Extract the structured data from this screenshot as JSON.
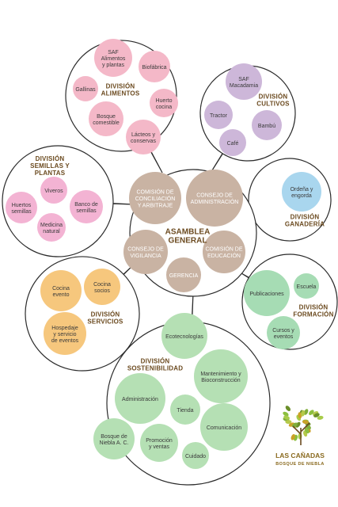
{
  "colors": {
    "outline": "#2b2b2b",
    "core": "#c9b3a3",
    "alimentos": "#f4b8c8",
    "cultivos": "#cdb7d9",
    "ganaderia": "#a9d6ee",
    "semillas": "#f3b3d3",
    "servicios": "#f6c77d",
    "formacion": "#a6dcb4",
    "sostenibilidad": "#b5e0b4",
    "title_brown": "#6b4a1f"
  },
  "core": {
    "title": [
      "ASAMBLEA",
      "GENERAL"
    ],
    "nodes": [
      [
        "COMISIÓN DE",
        "CONCILIACIÓN",
        "Y ARBITRAJE"
      ],
      [
        "CONSEJO DE",
        "ADMINISTRACIÓN"
      ],
      [
        "CONSEJO DE",
        "VIGILANCIA"
      ],
      [
        "COMISIÓN DE",
        "EDUCACIÓN"
      ],
      [
        "GERENCIA"
      ]
    ]
  },
  "divisions": {
    "alimentos": {
      "title": [
        "DIVISIÓN",
        "ALIMENTOS"
      ],
      "items": [
        [
          "SAF",
          "Alimentos",
          "y plantas"
        ],
        [
          "Biofábrica"
        ],
        [
          "Gallinas"
        ],
        [
          "Huerto",
          "cocina"
        ],
        [
          "Bosque",
          "comestible"
        ],
        [
          "Lácteos y",
          "conservas"
        ]
      ]
    },
    "cultivos": {
      "title": [
        "DIVISIÓN",
        "CULTIVOS"
      ],
      "items": [
        [
          "SAF",
          "Macadamia"
        ],
        [
          "Tractor"
        ],
        [
          "Bambú"
        ],
        [
          "Café"
        ]
      ]
    },
    "ganaderia": {
      "title": [
        "DIVISIÓN",
        "GANADERÍA"
      ],
      "items": [
        [
          "Ordeña y",
          "engorda"
        ]
      ]
    },
    "semillas": {
      "title": [
        "DIVISIÓN",
        "SEMILLAS Y",
        "PLANTAS"
      ],
      "items": [
        [
          "Viveros"
        ],
        [
          "Huertos",
          "semillas"
        ],
        [
          "Banco de",
          "semillas"
        ],
        [
          "Medicina",
          "natural"
        ]
      ]
    },
    "servicios": {
      "title": [
        "DIVISIÓN",
        "SERVICIOS"
      ],
      "items": [
        [
          "Cocina",
          "evento"
        ],
        [
          "Cocina",
          "socios"
        ],
        [
          "Hospedaje",
          "y servicio",
          "de eventos"
        ]
      ]
    },
    "formacion": {
      "title": [
        "DIVISIÓN",
        "FORMACIÓN"
      ],
      "items": [
        [
          "Escuela"
        ],
        [
          "Publicaciones"
        ],
        [
          "Cursos y",
          "eventos"
        ]
      ]
    },
    "sostenibilidad": {
      "title": [
        "DIVISIÓN",
        "SOSTENIBILIDAD"
      ],
      "items": [
        [
          "Ecotecnologías"
        ],
        [
          "Mantenimiento y",
          "Bioconstrucción"
        ],
        [
          "Administración"
        ],
        [
          "Tienda"
        ],
        [
          "Comunicación"
        ],
        [
          "Bosque de",
          "Niebla A. C."
        ],
        [
          "Promoción",
          "y ventas"
        ],
        [
          "Cuidado"
        ]
      ]
    }
  },
  "logo": {
    "title": "LAS CAÑADAS",
    "subtitle": "BOSQUE DE NIEBLA",
    "icon": "leaf-tree-logo"
  }
}
